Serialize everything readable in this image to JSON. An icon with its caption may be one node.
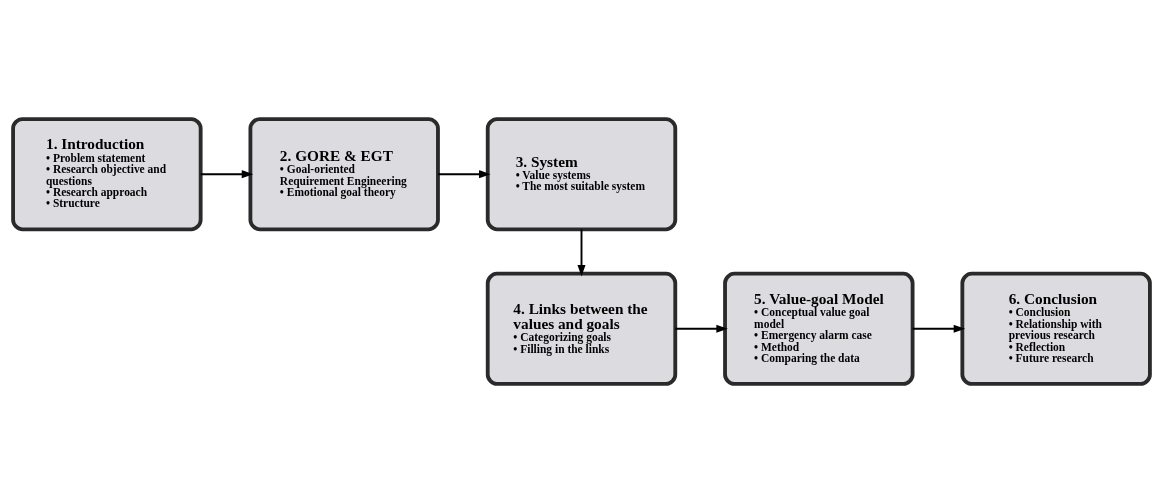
{
  "diagram": {
    "nodes": [
      {
        "text": [
          "1. Introduction",
          "• Problem statement",
          "• Research objective and questions",
          "• Research approach",
          "• Structure"
        ]
      },
      {
        "text": [
          "2. GORE & EGT",
          "• Goal-oriented Requirement Engineering",
          "• Emotional goal theory"
        ]
      },
      {
        "text": [
          "3. System",
          "• Value systems",
          "• The most suitable system"
        ]
      },
      {
        "text": [
          "4. Links between the values and goals",
          "• Categorizing goals",
          "• Filling in the links"
        ]
      },
      {
        "text": [
          "5. Value-goal Model",
          "• Conceptual value goal model",
          "• Emergency alarm case",
          "• Method",
          "• Comparing the data"
        ]
      },
      {
        "text": [
          "6. Conclusion",
          "• Conclusion",
          "• Relationship with previous research",
          "• Reflection",
          "• Future research"
        ]
      }
    ],
    "edges": [
      {
        "from": 0,
        "to": 1,
        "arrow": "to"
      },
      {
        "from": 1,
        "to": 2,
        "arrow": "to"
      },
      {
        "from": 2,
        "to": 3,
        "arrow": "to"
      },
      {
        "from": 3,
        "to": 4,
        "arrow": "to"
      },
      {
        "from": 4,
        "to": 5,
        "arrow": "to"
      }
    ]
  }
}
